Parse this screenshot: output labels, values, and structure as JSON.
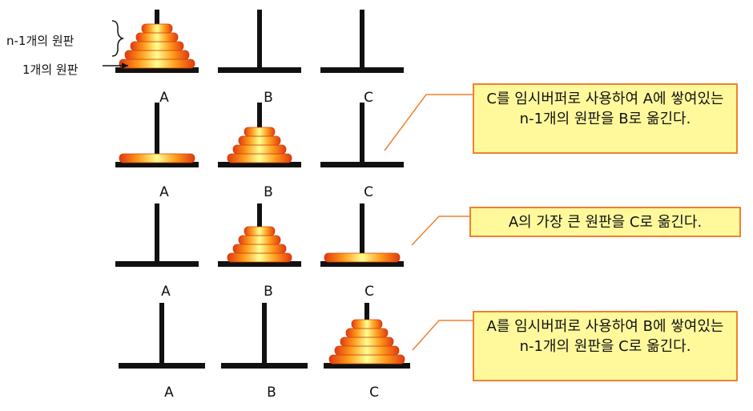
{
  "labels": {
    "n_minus_1_discs": "n-1개의 원판",
    "one_disc": "1개의 원판"
  },
  "rows": [
    {
      "pegs": [
        "A",
        "B",
        "C"
      ]
    },
    {
      "pegs": [
        "A",
        "B",
        "C"
      ]
    },
    {
      "pegs": [
        "A",
        "B",
        "C"
      ]
    },
    {
      "pegs": [
        "A",
        "B",
        "C"
      ]
    }
  ],
  "steps": [
    {
      "text": "C를 임시버퍼로 사용하여 A에 쌓여있는 n-1개의 원판을 B로 옮긴다."
    },
    {
      "text": "A의 가장 큰 원판을 C로 옮긴다."
    },
    {
      "text": "A를 임시버퍼로 사용하여 B에 쌓여있는 n-1개의 원판을 C로 옮긴다."
    }
  ],
  "colors": {
    "peg": "#111111",
    "disc_center": "#ffff90",
    "disc_mid": "#ff9a1a",
    "disc_edge": "#e03a10",
    "callout_fill": "#fff99c",
    "callout_border": "#f08030"
  }
}
